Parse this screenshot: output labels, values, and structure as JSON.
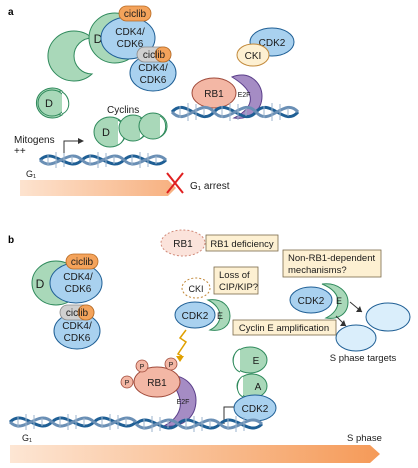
{
  "panels": {
    "a": {
      "label": "a",
      "ciclib_top": "ciclib",
      "ciclib_mid": "ciclib",
      "cyclin_d_top": "D",
      "cdk46_top": [
        "CDK4/",
        "CDK6"
      ],
      "cdk46_mid": [
        "CDK4/",
        "CDK6"
      ],
      "cdk2": "CDK2",
      "cki": "CKI",
      "rb1": "RB1",
      "e2f": "E2F",
      "cyclin_d_single": "D",
      "cyclins_label": "Cyclins",
      "cyclin_d_pair": "D",
      "mitogens": [
        "Mitogens",
        "++"
      ],
      "g1": "G₁",
      "g1_arrest": "G₁ arrest"
    },
    "b": {
      "label": "b",
      "rb1_faded": "RB1",
      "rb1_deficiency": "RB1 deficiency",
      "ciclib_top": "ciclib",
      "ciclib_mid": "ciclib",
      "cyclin_d": "D",
      "cdk46_top": [
        "CDK4/",
        "CDK6"
      ],
      "cdk46_mid": [
        "CDK4/",
        "CDK6"
      ],
      "cki_faded": "CKI",
      "loss_cip": [
        "Loss of",
        "CIP/KIP?"
      ],
      "cdk2_e_left": "CDK2",
      "cyclin_e_left": "E",
      "non_rb1": [
        "Non-RB1-dependent",
        "mechanisms?"
      ],
      "cdk2_right": "CDK2",
      "cyclin_e_right": "E",
      "cyclin_e_amp": "Cyclin E amplification",
      "phospho": "P",
      "rb1": "RB1",
      "e2f": "E2F",
      "cyclin_e_stack": "E",
      "cyclin_a_stack": "A",
      "cdk2_bottom": "CDK2",
      "s_phase_targets": "S phase targets",
      "g1": "G₁",
      "s_phase": "S phase"
    }
  },
  "colors": {
    "green": "#a9d8b9",
    "green_dark": "#2f8a5c",
    "blue": "#a9d1ef",
    "blue_dark": "#1f5f95",
    "orange": "#f4a35b",
    "grey": "#d0d0d0",
    "pink": "#f3b7a5",
    "purple": "#a58cc4",
    "note_bg": "#fdf0d2",
    "cross": "#e02020"
  }
}
